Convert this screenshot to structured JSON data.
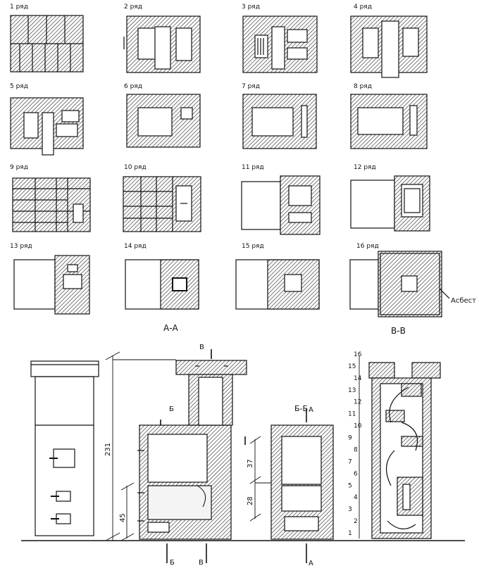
{
  "rows": [
    "1 ряд",
    "2 ряд",
    "3 ряд",
    "4 ряд",
    "5 ряд",
    "6 ряд",
    "7 ряд",
    "8 ряд",
    "9 ряд",
    "10 ряд",
    "11 ряд",
    "12 ряд",
    "13 ряд",
    "14 ряд",
    "15 ряд",
    "16 ряд"
  ],
  "asbestos_label": "Асбест",
  "sections": {
    "aa": "А-А",
    "bb": "Б-Б",
    "vv": "В-В"
  },
  "marks": {
    "v": "В",
    "b": "Б",
    "a": "А"
  },
  "dimensions": {
    "total": "231",
    "d37": "37",
    "d28": "28",
    "d45": "45"
  },
  "scale_numbers": [
    "1",
    "2",
    "3",
    "4",
    "5",
    "6",
    "7",
    "8",
    "9",
    "10",
    "11",
    "12",
    "13",
    "14",
    "15",
    "16"
  ]
}
